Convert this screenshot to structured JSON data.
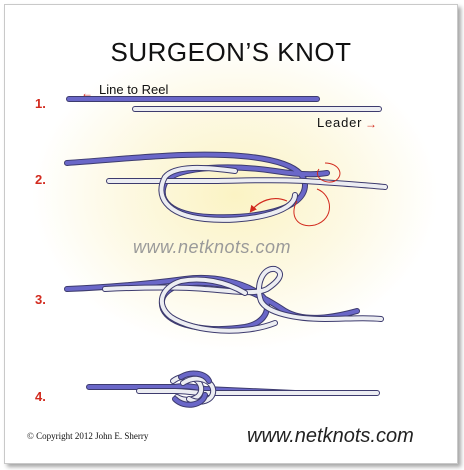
{
  "title": "SURGEON’S KNOT",
  "steps": [
    "1.",
    "2.",
    "3.",
    "4."
  ],
  "labels": {
    "line_to_reel": "Line to Reel",
    "leader": "Leader"
  },
  "watermark": "www.netknots.com",
  "footer": {
    "copyright": "© Copyright  2012  John E. Sherry",
    "brand": "www.netknots.com"
  },
  "colors": {
    "blue_line": "#6a67c8",
    "white_line": "#ecedf2",
    "outline": "#3d3b6e",
    "accent_red": "#d22a1e"
  }
}
